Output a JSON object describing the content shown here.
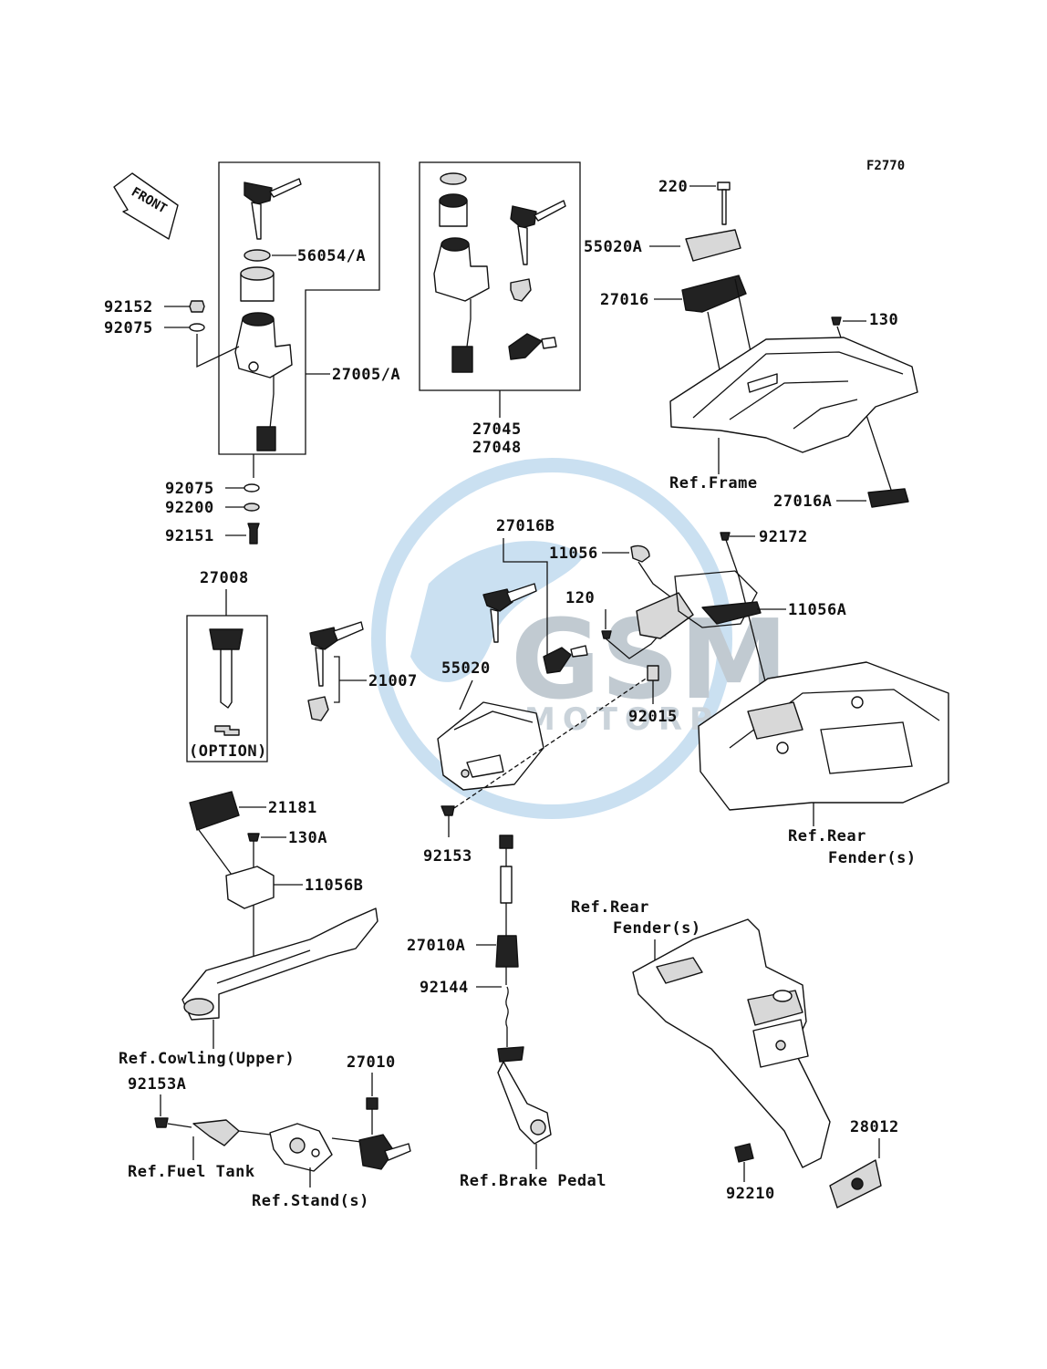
{
  "figure_code": "F2770",
  "front_label": "FRONT",
  "watermark": {
    "brand": "GSM",
    "sub": "MOTORPARTS",
    "color": "#9fc7e6"
  },
  "labels": {
    "l220": "220",
    "l55020A": "55020A",
    "l27016": "27016",
    "l130": "130",
    "lRefFrame": "Ref.Frame",
    "l27016A": "27016A",
    "l56054A": "56054/A",
    "l92152": "92152",
    "l92075a": "92075",
    "l27005A": "27005/A",
    "l92075b": "92075",
    "l92200": "92200",
    "l92151": "92151",
    "l27045": "27045",
    "l27048": "27048",
    "l27016B": "27016B",
    "l11056": "11056",
    "l92172": "92172",
    "l120": "120",
    "l11056A": "11056A",
    "l55020": "55020",
    "l92015": "92015",
    "l21007": "21007",
    "l27008": "27008",
    "lOption": "(OPTION)",
    "lRefRearFender1a": "Ref.Rear",
    "lRefRearFender1b": "Fender(s)",
    "l21181": "21181",
    "l130A": "130A",
    "l11056B": "11056B",
    "l92153": "92153",
    "l27010A": "27010A",
    "l92144": "92144",
    "lRefCowling": "Ref.Cowling(Upper)",
    "l92153A": "92153A",
    "l27010": "27010",
    "lRefFuelTank": "Ref.Fuel Tank",
    "lRefStand": "Ref.Stand(s)",
    "lRefBrakePedal": "Ref.Brake Pedal",
    "lRefRearFender2a": "Ref.Rear",
    "lRefRearFender2b": "Fender(s)",
    "l28012": "28012",
    "l92210": "92210"
  }
}
